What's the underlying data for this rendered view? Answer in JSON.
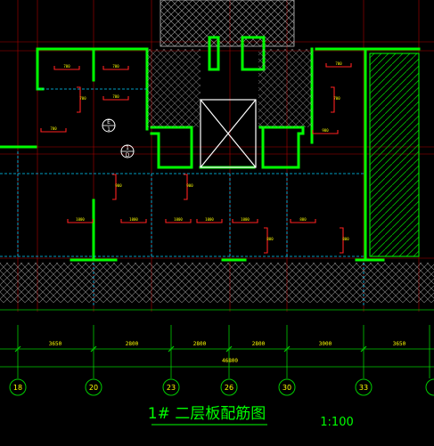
{
  "drawing": {
    "title": "1# 二层板配筋图",
    "scale": "1:100",
    "overall_dimension": "46800",
    "section_dimensions": [
      "3650",
      "2800",
      "2800",
      "2800",
      "3000",
      "3650"
    ],
    "axis_labels": [
      "18",
      "20",
      "23",
      "26",
      "30",
      "33"
    ],
    "circle_markers": [
      {
        "top": "E",
        "bottom": "1"
      },
      {
        "top": "1",
        "bottom": "D"
      }
    ],
    "rebar_labels": [
      "700",
      "700",
      "700",
      "700",
      "700",
      "700",
      "700",
      "900",
      "900",
      "900",
      "1000",
      "1000",
      "1000",
      "1000",
      "1000",
      "800",
      "800",
      "800"
    ],
    "colors": {
      "background": "#000000",
      "wall": "#00ff00",
      "rebar": "#ff2020",
      "grid": "#c00000",
      "dim": "#00cc00",
      "text": "#ffff00",
      "hatch": "#c0c0c0",
      "cyan": "#00d0ff"
    }
  }
}
